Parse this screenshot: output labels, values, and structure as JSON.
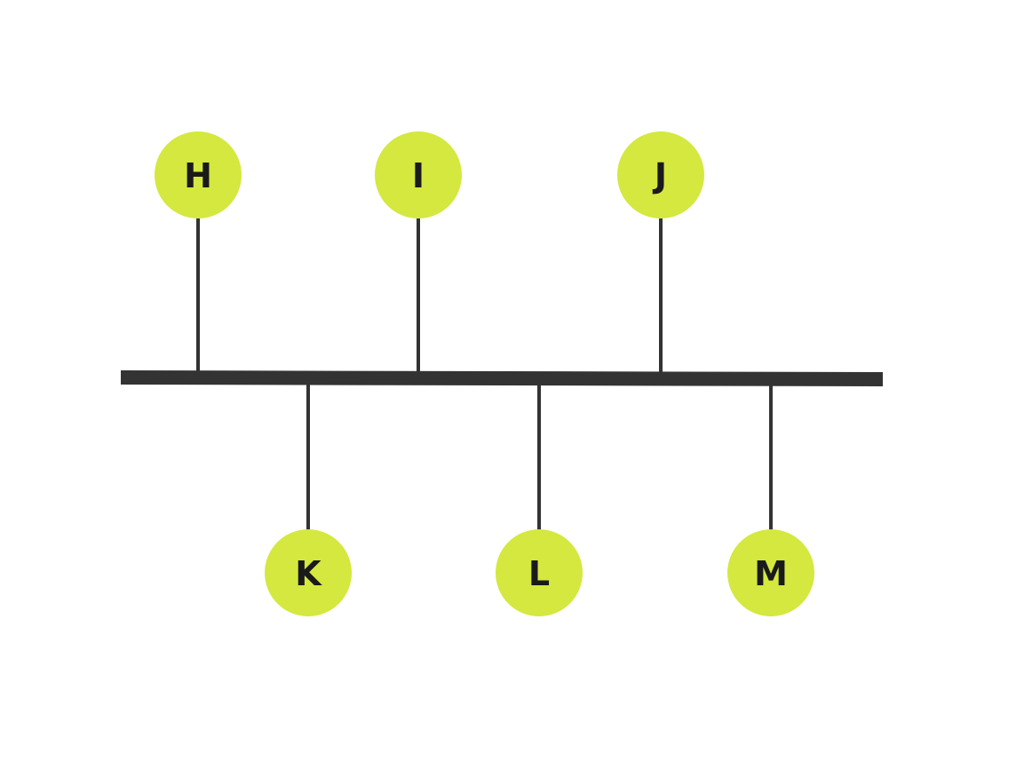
{
  "colors": {
    "node_fill": "#d4e83f",
    "line": "#333333",
    "label": "#1a1a1a",
    "background": "#ffffff"
  },
  "nodes_top": [
    {
      "label": "H"
    },
    {
      "label": "I"
    },
    {
      "label": "J"
    }
  ],
  "nodes_bottom": [
    {
      "label": "K"
    },
    {
      "label": "L"
    },
    {
      "label": "M"
    }
  ]
}
